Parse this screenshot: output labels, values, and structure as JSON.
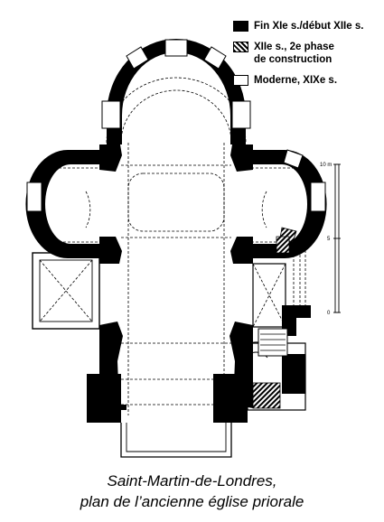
{
  "legend": {
    "solid": "Fin XIe s./début XIIe s.",
    "hatched": "XIIe s., 2e phase\nde construction",
    "open": "Moderne, XIXe s."
  },
  "scale_bar": {
    "labels": [
      "10 m",
      "5",
      "0"
    ]
  },
  "caption": {
    "line1": "Saint-Martin-de-Londres,",
    "line2": "plan de l’ancienne église priorale"
  }
}
